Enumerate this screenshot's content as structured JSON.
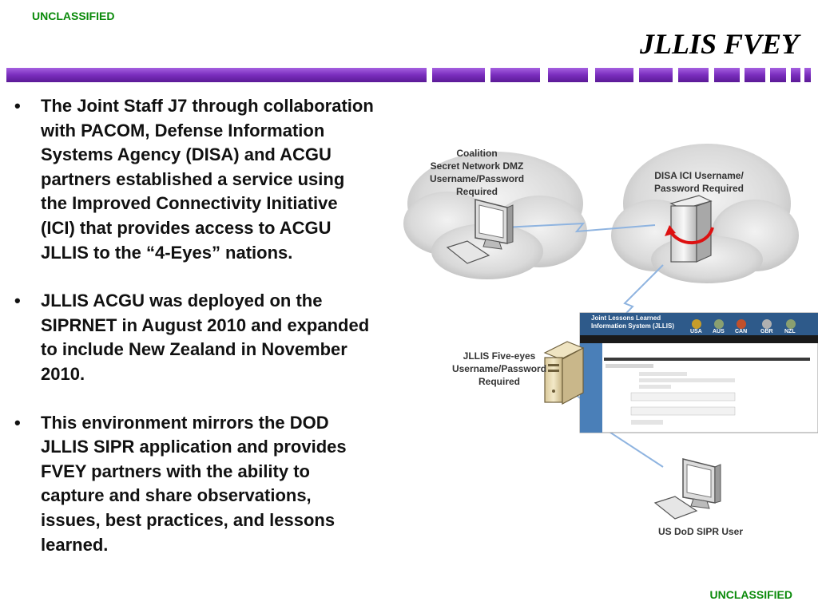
{
  "classification": {
    "top": "UNCLASSIFIED",
    "bottom": "UNCLASSIFIED"
  },
  "title": "JLLIS FVEY",
  "colors": {
    "accent": "#7a2dbd",
    "classification": "#0a8a0a"
  },
  "bullets": [
    {
      "lines": [
        "The Joint Staff J7 through collaboration",
        "with PACOM, Defense Information",
        "Systems Agency (DISA) and ACGU",
        "partners established a service using",
        "the Improved Connectivity Initiative",
        "(ICI) that provides access to ACGU",
        "JLLIS to the “4-Eyes” nations."
      ]
    },
    {
      "lines": [
        "JLLIS ACGU was deployed on the",
        "SIPRNET in August 2010 and expanded",
        "to include New Zealand in November",
        "2010."
      ]
    },
    {
      "lines": [
        "This environment mirrors the DOD",
        "JLLIS SIPR application and provides",
        "FVEY partners with the ability to",
        "capture  and share observations,",
        "issues, best practices, and lessons",
        "learned."
      ]
    }
  ],
  "diagram": {
    "coalition_label": [
      "Coalition",
      "Secret Network DMZ",
      "Username/Password",
      "Required"
    ],
    "disa_label": [
      "DISA ICI Username/",
      "Password Required"
    ],
    "jllis_label": [
      "JLLIS Five-eyes",
      "Username/Password",
      "Required"
    ],
    "user_label": "US DoD SIPR User",
    "app": {
      "header_lines": [
        "Joint Lessons Learned",
        "Information System (JLLIS)"
      ],
      "flags": [
        "USA",
        "AUS",
        "CAN",
        "GBR",
        "NZL"
      ]
    }
  }
}
